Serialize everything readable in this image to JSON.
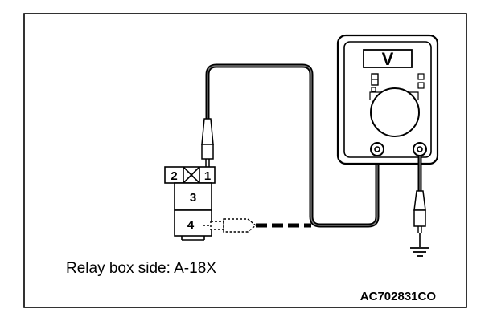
{
  "diagram": {
    "caption": "Relay box side: A-18X",
    "figure_code": "AC702831CO",
    "connector": {
      "pins": [
        "2",
        "1",
        "3",
        "4"
      ]
    },
    "meter": {
      "display_symbol": "V"
    },
    "icons": [
      "voltmeter-icon",
      "ground-symbol-icon",
      "test-probe-icon",
      "relay-connector-icon"
    ]
  }
}
